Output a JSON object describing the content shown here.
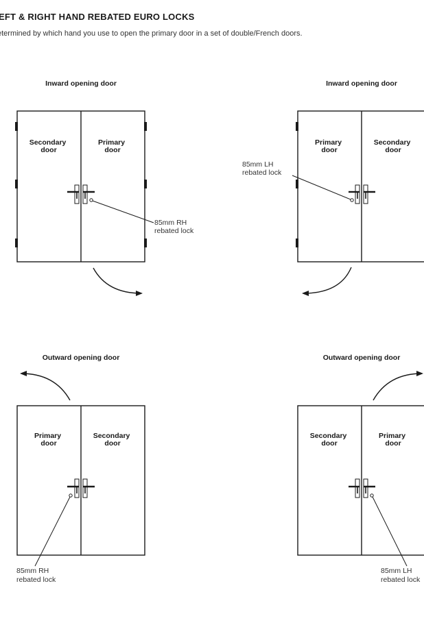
{
  "header": {
    "title": "EFT & RIGHT HAND REBATED EURO LOCKS",
    "subtitle": "etermined by which hand you use to open the primary door in a set of double/French doors."
  },
  "diagrams": [
    {
      "title": "Inward opening door",
      "left_door": "Secondary door",
      "right_door": "Primary door",
      "lock_line1": "85mm RH",
      "lock_line2": "rebated lock"
    },
    {
      "title": "Inward opening door",
      "left_door": "Primary door",
      "right_door": "Secondary door",
      "lock_line1": "85mm LH",
      "lock_line2": "rebated lock"
    },
    {
      "title": "Outward opening door",
      "left_door": "Primary door",
      "right_door": "Secondary door",
      "lock_line1": "85mm RH",
      "lock_line2": "rebated lock"
    },
    {
      "title": "Outward opening door",
      "left_door": "Secondary door",
      "right_door": "Primary door",
      "lock_line1": "85mm LH",
      "lock_line2": "rebated lock"
    }
  ]
}
